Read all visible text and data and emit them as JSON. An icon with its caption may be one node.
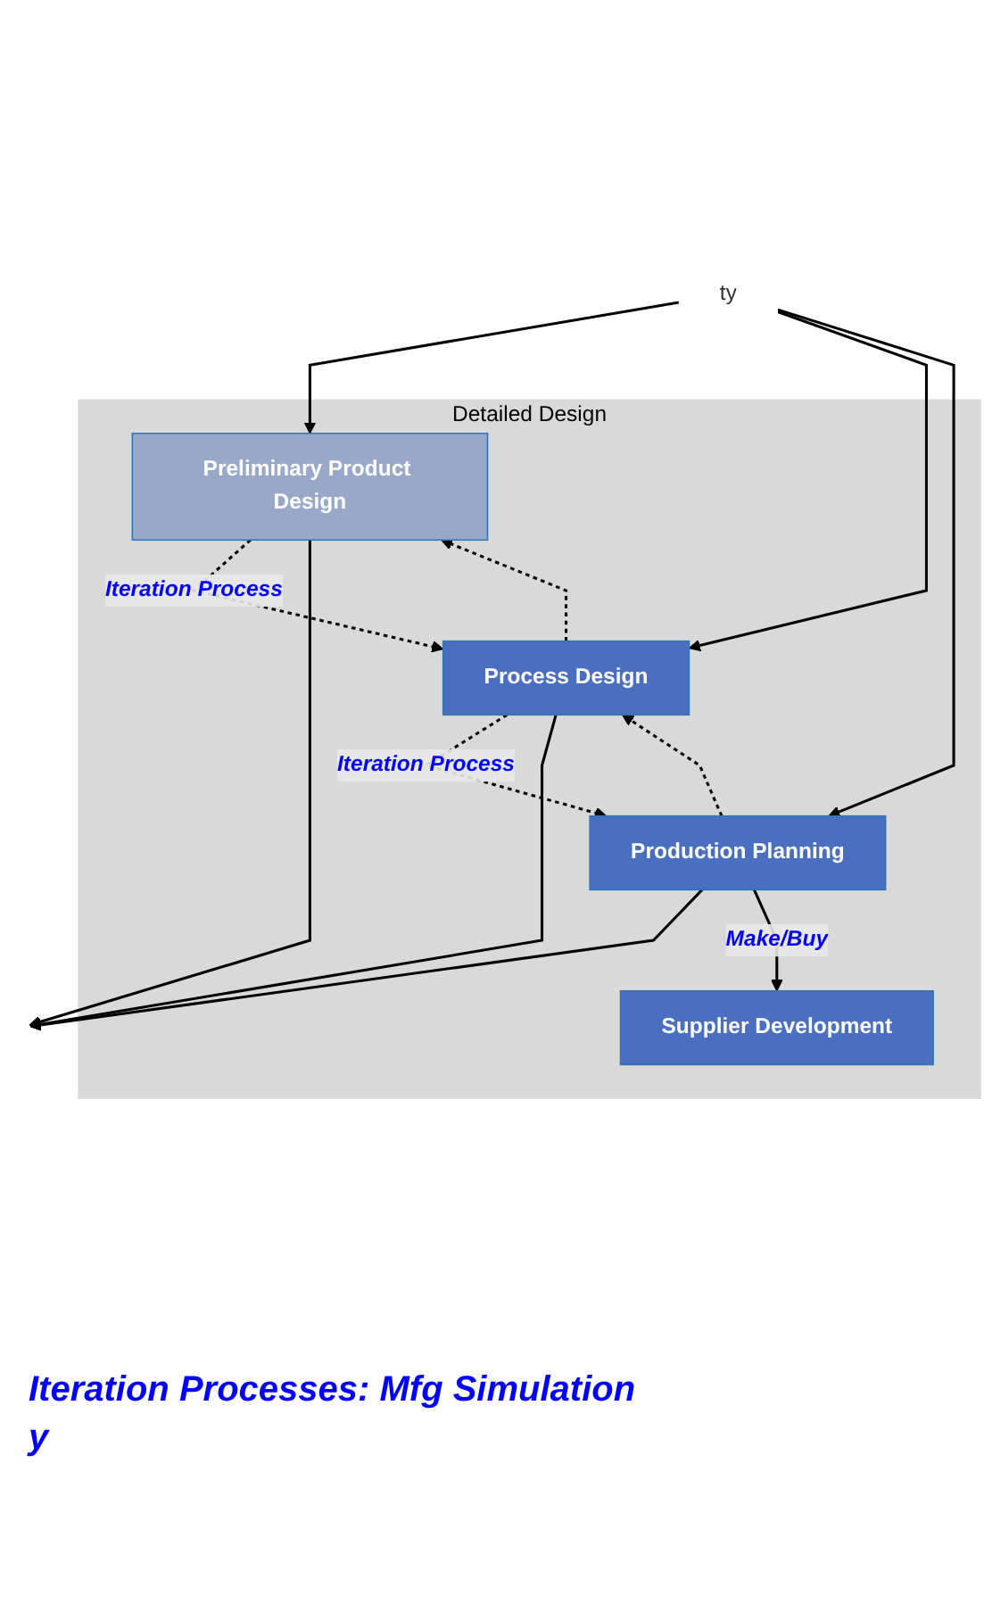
{
  "diagram": {
    "nodes": [
      {
        "text": [
          "Detailed Design"
        ]
      },
      {
        "text": [
          "Preliminary Product Design"
        ],
        "in": 0
      },
      {
        "text": [
          "Process Design"
        ],
        "in": 0
      },
      {
        "text": [
          "Production Planning"
        ],
        "in": 0
      },
      {
        "text": [
          "Supplier Development"
        ],
        "in": 0
      },
      {
        "text": [
          "ty"
        ]
      }
    ],
    "edges": [
      {
        "from": 5,
        "to": 1,
        "arrow": "to"
      },
      {
        "from": 5,
        "to": 2,
        "arrow": "to"
      },
      {
        "from": 5,
        "to": 3,
        "arrow": "to"
      },
      {
        "from": 1,
        "to": 2,
        "arrow": "to",
        "style": "dashed",
        "label": "Iteration Process"
      },
      {
        "from": 2,
        "to": 1,
        "arrow": "to",
        "style": "dashed"
      },
      {
        "from": 2,
        "to": 3,
        "arrow": "to",
        "style": "dashed",
        "label": "Iteration Process"
      },
      {
        "from": 3,
        "to": 2,
        "arrow": "to",
        "style": "dashed"
      },
      {
        "from": 1,
        "to": null,
        "arrow": "to"
      },
      {
        "from": 2,
        "to": null,
        "arrow": "to"
      },
      {
        "from": 3,
        "to": null,
        "arrow": "to"
      },
      {
        "from": 3,
        "to": 4,
        "arrow": "to",
        "label": "Make/Buy"
      }
    ],
    "labels": [
      "Iteration Processes: Mfg Simulation",
      "y"
    ]
  }
}
